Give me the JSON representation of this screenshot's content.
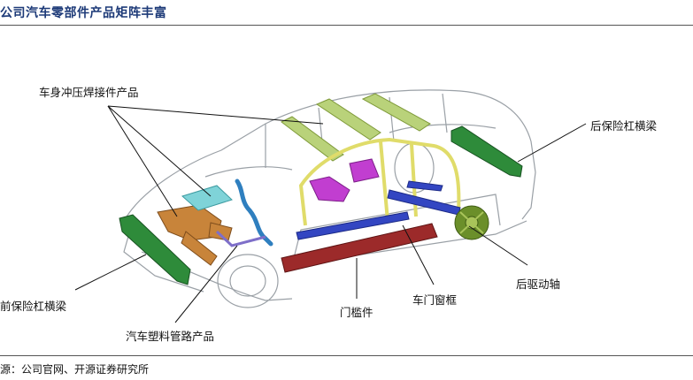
{
  "header": {
    "title": "公司汽车零部件产品矩阵丰富"
  },
  "footer": {
    "source": "源：公司官网、开源证券研究所"
  },
  "labels": {
    "body_stamping": "车身冲压焊接件产品",
    "rear_bumper_beam": "后保险杠横梁",
    "front_bumper_beam": "前保险杠横梁",
    "door_sill": "门槛件",
    "door_window_frame": "车门窗框",
    "rear_drive_axle": "后驱动轴",
    "plastic_piping": "汽车塑料管路产品"
  },
  "colors": {
    "title": "#1d3a78",
    "stamping_orange": "#c8843a",
    "stamping_teal": "#7fd3d8",
    "bumper_green": "#2e8b3a",
    "frame_yellow": "#e0dc6a",
    "sill_red": "#9c2a2a",
    "rail_blue": "#3346c2",
    "pipe_blue": "#2f7fbf",
    "seat_magenta": "#c13ed0",
    "wheel_green": "#6b8f2a"
  }
}
